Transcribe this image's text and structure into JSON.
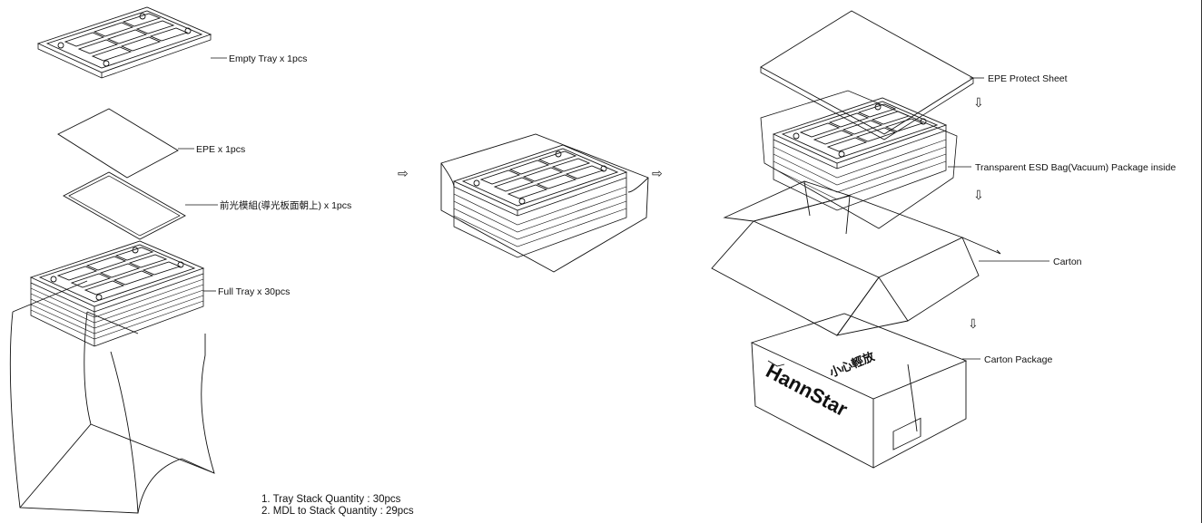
{
  "labels": {
    "empty_tray": "Empty Tray x 1pcs",
    "epe": "EPE x 1pcs",
    "front_light": "前光模組(導光板面朝上) x 1pcs",
    "full_tray": "Full Tray x 30pcs",
    "epe_protect": "EPE Protect Sheet",
    "esd_bag": "Transparent ESD Bag(Vacuum) Package inside",
    "carton": "Carton",
    "carton_package": "Carton Package"
  },
  "notes": [
    "1. Tray Stack Quantity    : 30pcs",
    "2. MDL to Stack Quantity : 29pcs"
  ],
  "box_print": {
    "brand": "HannStar",
    "fragile": "小心輕放"
  },
  "arrow_glyph": "⇨",
  "down_arrow_glyph": "⇩"
}
